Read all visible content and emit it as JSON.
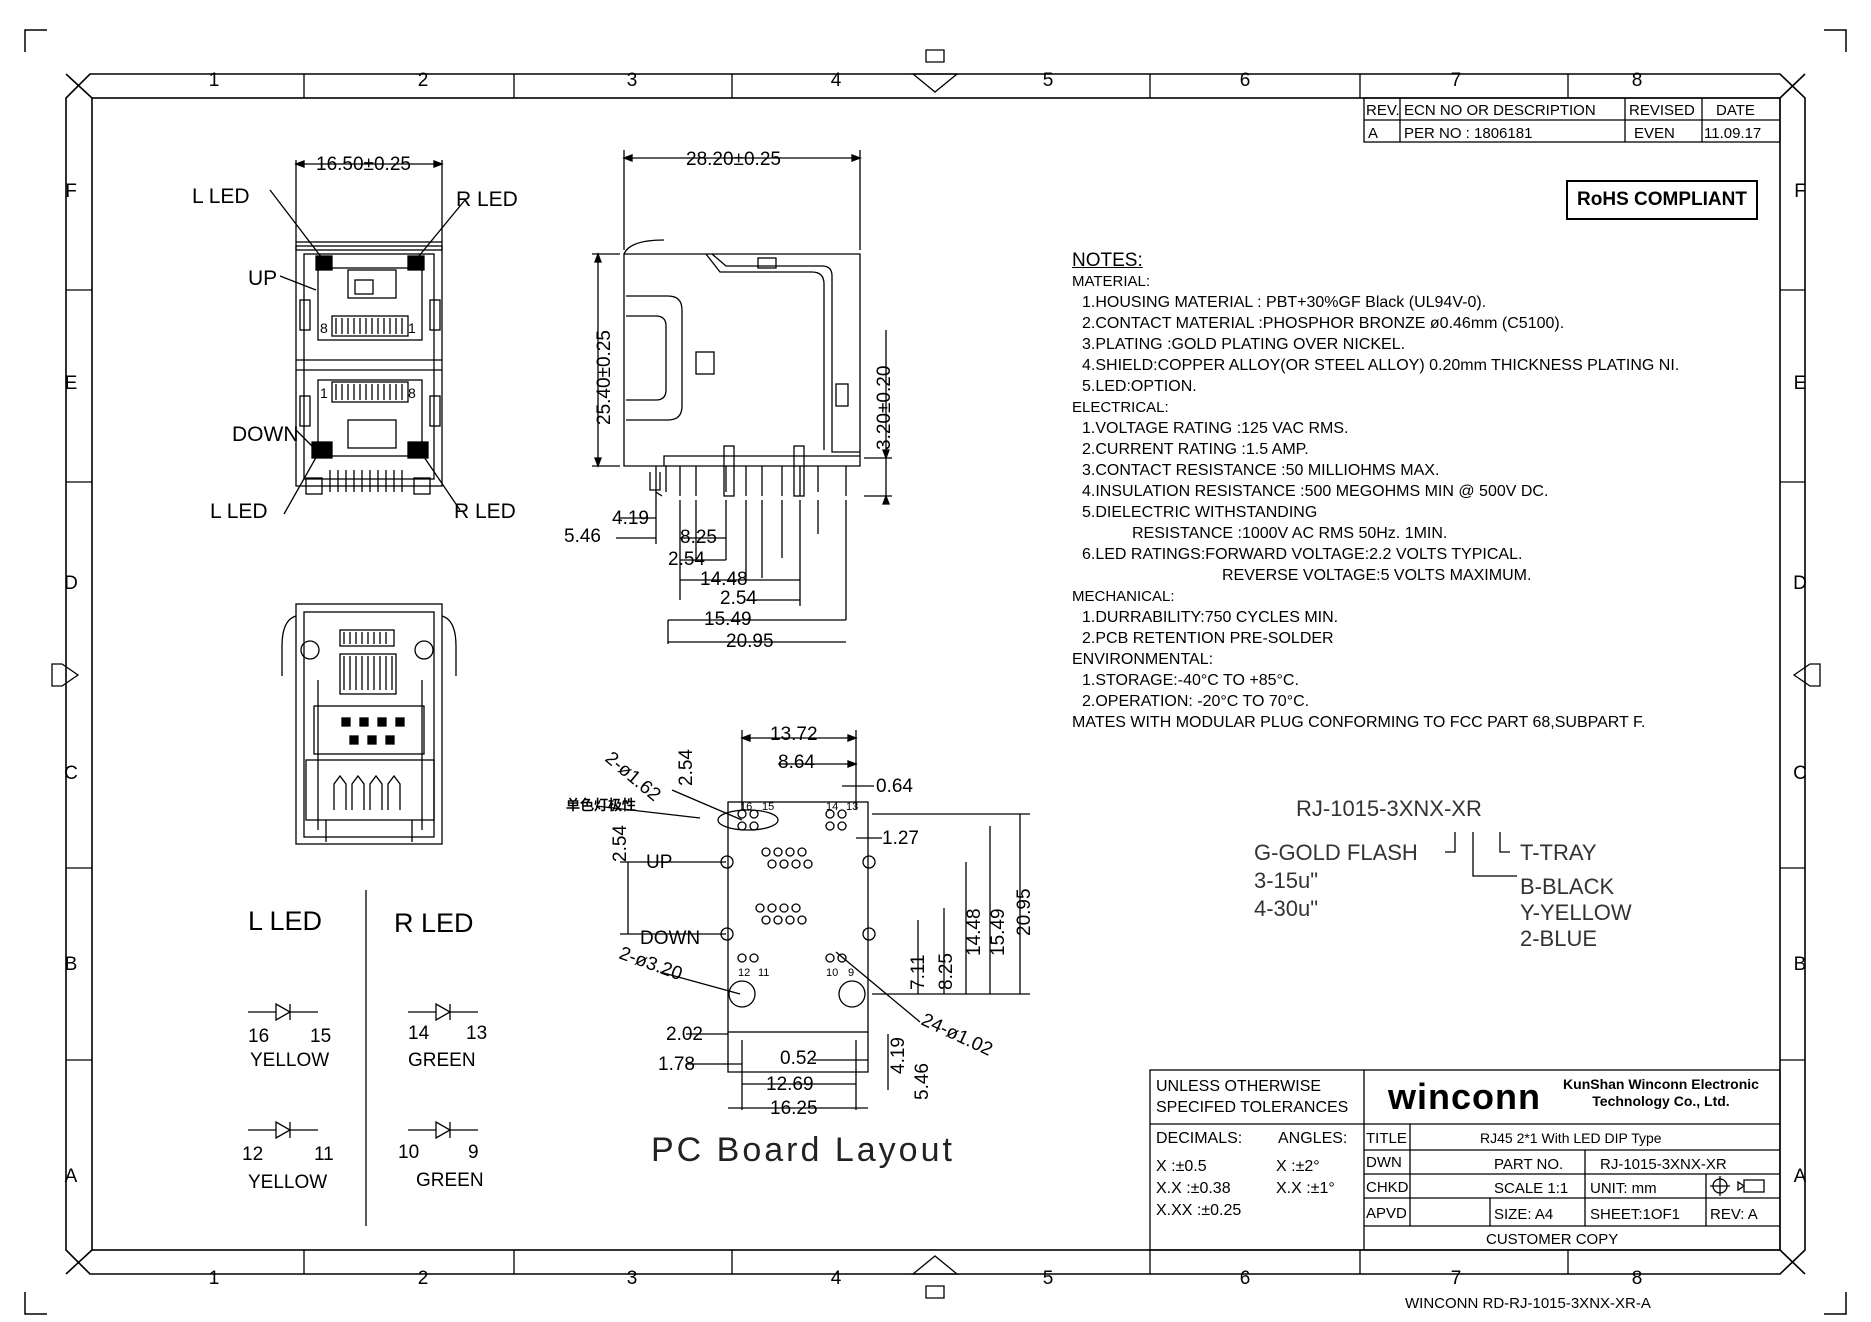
{
  "frame": {
    "cols": [
      "1",
      "2",
      "3",
      "4",
      "5",
      "6",
      "7",
      "8"
    ],
    "rows": [
      "F",
      "E",
      "D",
      "C",
      "B",
      "A"
    ]
  },
  "revision": {
    "headers": [
      "REV.",
      "ECN NO OR DESCRIPTION",
      "REVISED",
      "DATE"
    ],
    "row": [
      "A",
      "PER NO : 1806181",
      "EVEN",
      "11.09.17"
    ]
  },
  "rohs": "RoHS COMPLIANT",
  "notes": {
    "title": "NOTES:",
    "material_h": "MATERIAL:",
    "m1": "1.HOUSING MATERIAL : PBT+30%GF Black (UL94V-0).",
    "m2": "2.CONTACT MATERIAL :PHOSPHOR BRONZE ø0.46mm (C5100).",
    "m3": "3.PLATING :GOLD PLATING OVER NICKEL.",
    "m4": "4.SHIELD:COPPER ALLOY(OR STEEL ALLOY) 0.20mm THICKNESS PLATING NI.",
    "m5": "5.LED:OPTION.",
    "electrical_h": "ELECTRICAL:",
    "e1": "1.VOLTAGE RATING :125 VAC RMS.",
    "e2": "2.CURRENT RATING :1.5 AMP.",
    "e3": "3.CONTACT RESISTANCE :50 MILLIOHMS MAX.",
    "e4": "4.INSULATION RESISTANCE :500 MEGOHMS MIN @ 500V DC.",
    "e5a": "5.DIELECTRIC WITHSTANDING",
    "e5b": "RESISTANCE :1000V AC RMS 50Hz. 1MIN.",
    "e6a": "6.LED RATINGS:FORWARD VOLTAGE:2.2 VOLTS TYPICAL.",
    "e6b": "REVERSE VOLTAGE:5 VOLTS MAXIMUM.",
    "mechanical_h": "MECHANICAL:",
    "me1": "1.DURRABILITY:750 CYCLES MIN.",
    "me2": "2.PCB RETENTION PRE-SOLDER",
    "environmental_h": "ENVIRONMENTAL:",
    "en1": "1.STORAGE:-40°C TO +85°C.",
    "en2": "2.OPERATION: -20°C TO 70°C.",
    "mates": "MATES WITH MODULAR PLUG CONFORMING TO FCC PART 68,SUBPART F."
  },
  "partcode": {
    "code": "RJ-1015-3XNX-XR",
    "g1": "G-GOLD FLASH",
    "g2": "3-15u\"",
    "g3": "4-30u\"",
    "t": "T-TRAY",
    "b": "B-BLACK",
    "y": "Y-YELLOW",
    "bl": "2-BLUE"
  },
  "front": {
    "dim": "16.50±0.25",
    "lled": "L LED",
    "rled": "R LED",
    "up": "UP",
    "down": "DOWN",
    "p8": "8",
    "p1": "1"
  },
  "side": {
    "w": "28.20±0.25",
    "h": "25.40±0.25",
    "d320": "3.20±0.20",
    "d419": "4.19",
    "d546": "5.46",
    "d825": "8.25",
    "d254a": "2.54",
    "d1448": "14.48",
    "d254b": "2.54",
    "d1549": "15.49",
    "d2095": "20.95"
  },
  "leds": {
    "l": "L LED",
    "r": "R LED",
    "a1": "16",
    "a2": "15",
    "a3": "YELLOW",
    "b1": "14",
    "b2": "13",
    "b3": "GREEN",
    "c1": "12",
    "c2": "11",
    "c3": "YELLOW",
    "d1": "10",
    "d2": "9",
    "d3": "GREEN"
  },
  "pcb": {
    "title": "PC Board Layout",
    "d1372": "13.72",
    "d864": "8.64",
    "d064": "0.64",
    "d127": "1.27",
    "d254v": "2.54",
    "d254h": "2.54",
    "d162": "2-ø1.62",
    "cn": "单色灯极性",
    "up": "UP",
    "down": "DOWN",
    "d320": "2-ø3.20",
    "d202": "2.02",
    "d178": "1.78",
    "d052": "0.52",
    "d1269": "12.69",
    "d1625": "16.25",
    "d419": "4.19",
    "d546": "5.46",
    "d711": "7.11",
    "d825": "8.25",
    "d1448": "14.48",
    "d1549": "15.49",
    "d2095": "20.95",
    "d102": "24-ø1.02",
    "p16": "16",
    "p15": "15",
    "p14": "14",
    "p13": "13",
    "p12": "12",
    "p11": "11",
    "p10": "10",
    "p9": "9"
  },
  "titleblock": {
    "tol1": "UNLESS OTHERWISE",
    "tol2": "SPECIFED TOLERANCES",
    "dec": "DECIMALS:",
    "ang": "ANGLES:",
    "x": "X    :±0.5",
    "xa": "X   :±2°",
    "xx": "X.X  :±0.38",
    "xxa": "X.X :±1°",
    "xxx": "X.XX :±0.25",
    "brand": "winconn",
    "co1": "KunShan Winconn Electronic",
    "co2": "Technology Co., Ltd.",
    "title_l": "TITLE",
    "title_v": "RJ45 2*1 With LED DIP Type",
    "dwn": "DWN",
    "chkd": "CHKD",
    "apvd": "APVD",
    "partno_l": "PART NO.",
    "partno_v": "RJ-1015-3XNX-XR",
    "scale": "SCALE 1:1",
    "unit": "UNIT:   mm",
    "size": "SIZE:  A4",
    "sheet": "SHEET:1OF1",
    "rev": "REV: A",
    "customer": "CUSTOMER COPY"
  },
  "footer": "WINCONN RD-RJ-1015-3XNX-XR-A"
}
